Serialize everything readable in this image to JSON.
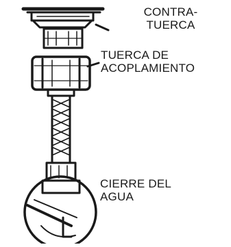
{
  "labels": {
    "contratuerca": {
      "line1": "CONTRA-",
      "line2": "TUERCA"
    },
    "tuerca_acoplamiento": {
      "line1": "TUERCA DE",
      "line2": "ACOPLAMIENTO"
    },
    "cierre_agua": {
      "line1": "CIERRE DEL",
      "line2": "AGUA"
    }
  },
  "colors": {
    "ink": "#1a1a1a",
    "background": "#ffffff"
  }
}
